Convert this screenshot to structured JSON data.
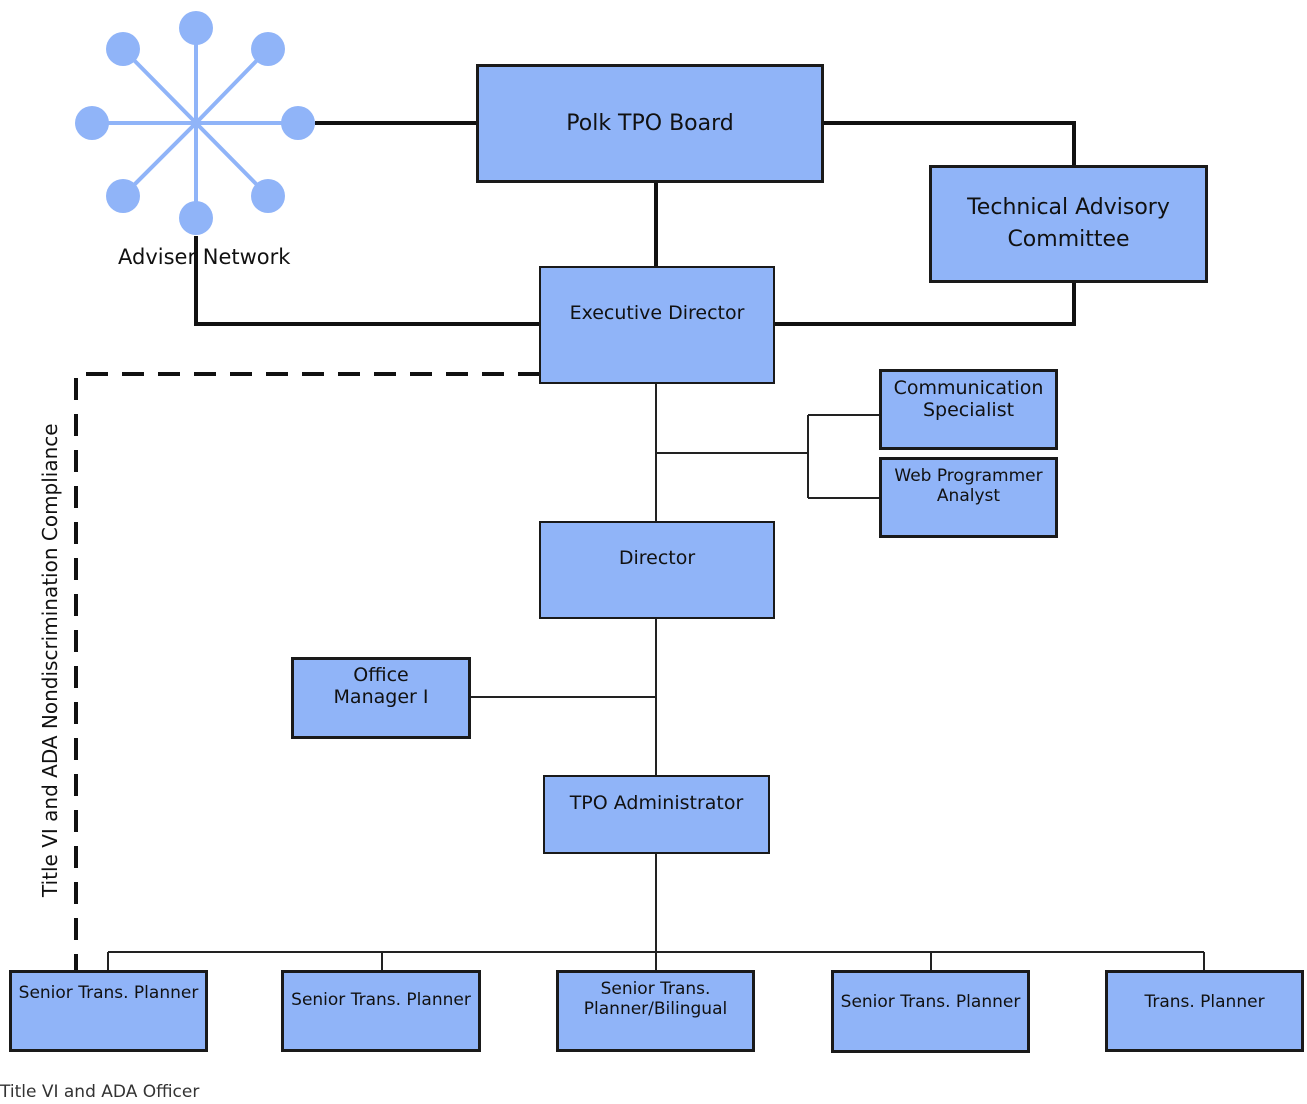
{
  "diagram": {
    "adviser_network": "Adviser Network",
    "compliance_label": "Title VI and ADA Nondiscrimination Compliance",
    "officer_label": "Title VI and ADA Officer",
    "nodes": {
      "board": "Polk TPO Board",
      "tac_line1": "Technical Advisory",
      "tac_line2": "Committee",
      "exec": "Executive Director",
      "comm_line1": "Communication",
      "comm_line2": "Specialist",
      "web_line1": "Web Programmer",
      "web_line2": "Analyst",
      "director": "Director",
      "office_line1": "Office",
      "office_line2": "Manager I",
      "admin": "TPO Administrator",
      "planner1": "Senior Trans. Planner",
      "planner2": "Senior Trans. Planner",
      "planner3_line1": "Senior Trans.",
      "planner3_line2": "Planner/Bilingual",
      "planner4": "Senior Trans. Planner",
      "planner5": "Trans. Planner"
    }
  }
}
